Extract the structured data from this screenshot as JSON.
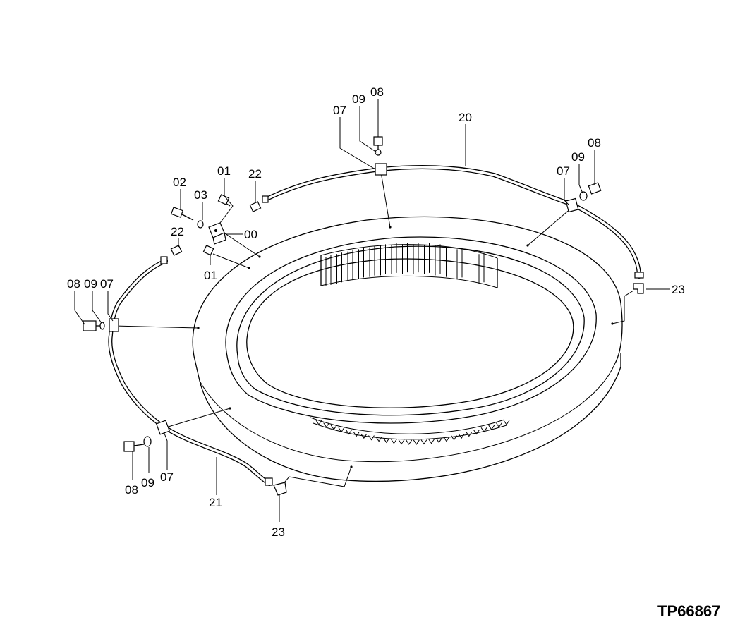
{
  "figure_id": "TP66867",
  "labels": {
    "p00": "00",
    "p01a": "01",
    "p01b": "01",
    "p02": "02",
    "p03": "03",
    "p22a": "22",
    "p22b": "22",
    "p07top": "07",
    "p09top": "09",
    "p08top": "08",
    "p20": "20",
    "p07r": "07",
    "p09r": "09",
    "p08r": "08",
    "p23r": "23",
    "p08l": "08",
    "p09l": "09",
    "p07l": "07",
    "p08b": "08",
    "p09b": "09",
    "p07b": "07",
    "p21": "21",
    "p23b": "23"
  }
}
